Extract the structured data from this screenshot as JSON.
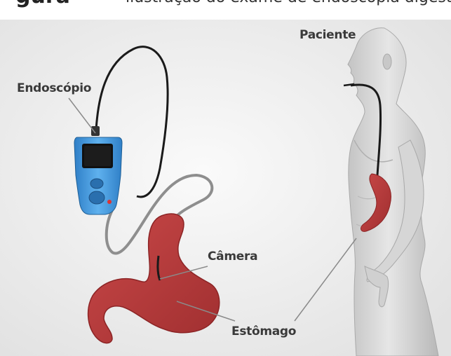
{
  "caption": {
    "prefix": "gura",
    "text": "— ilustração do exame de endoscopia digestiva"
  },
  "labels": {
    "endoscope": "Endoscópio",
    "patient": "Paciente",
    "camera": "Câmera",
    "stomach": "Estômago"
  },
  "colors": {
    "background": "#eeeeee",
    "stomach": "#b23a3a",
    "device_body": "#4a9ee0",
    "cable": "#1a1a1a",
    "leader_line": "#8a8a8a",
    "label_text": "#3a3a3a"
  }
}
